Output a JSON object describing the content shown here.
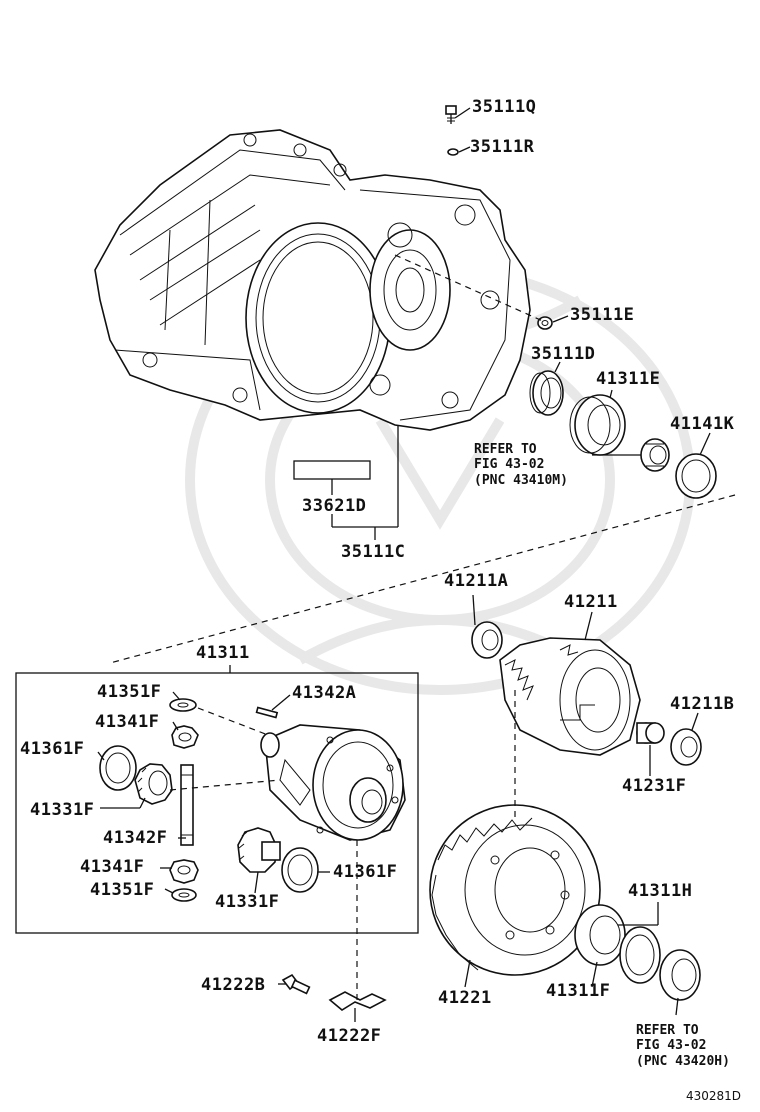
{
  "diagram_code": "430281D",
  "labels": {
    "p35111Q": "35111Q",
    "p35111R": "35111R",
    "p35111E": "35111E",
    "p35111D": "35111D",
    "p41311E": "41311E",
    "p41141K": "41141K",
    "p33621D": "33621D",
    "p35111C": "35111C",
    "p41211A": "41211A",
    "p41211": "41211",
    "p41211B": "41211B",
    "p41231F": "41231F",
    "p41311": "41311",
    "p41351F_a": "41351F",
    "p41342A": "41342A",
    "p41341F_a": "41341F",
    "p41361F_a": "41361F",
    "p41331F_a": "41331F",
    "p41342F": "41342F",
    "p41341F_b": "41341F",
    "p41351F_b": "41351F",
    "p41331F_b": "41331F",
    "p41361F_b": "41361F",
    "p41311H": "41311H",
    "p41222B": "41222B",
    "p41221": "41221",
    "p41311F": "41311F",
    "p41222F": "41222F"
  },
  "refer_top": {
    "line1": "REFER TO",
    "line2": "FIG 43-02",
    "line3": "(PNC 43410M)"
  },
  "refer_bottom": {
    "line1": "REFER TO",
    "line2": "FIG 43-02",
    "line3": "(PNC 43420H)"
  }
}
